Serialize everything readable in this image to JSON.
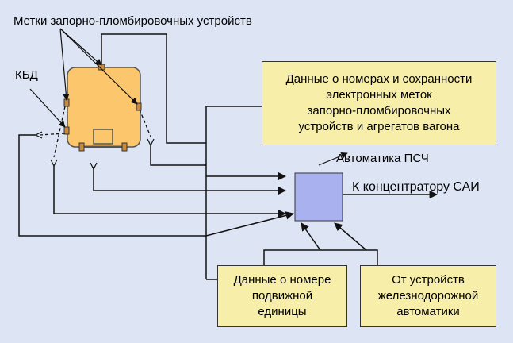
{
  "labels": {
    "seal_marks": "Метки запорно-пломбировочных устройств",
    "kbd": "КБД",
    "automation": "Автоматика ПСЧ",
    "to_concentrator": "К концентратору САИ"
  },
  "boxes": {
    "seal_data": [
      "Данные о номерах и сохранности",
      "электронных меток",
      "запорно-пломбировочных",
      "устройств и агрегатов вагона"
    ],
    "vehicle_number": [
      "Данные о номере",
      "подвижной",
      "единицы"
    ],
    "railway_automation": [
      "От устройств",
      "железнодорожной",
      "автоматики"
    ]
  },
  "colors": {
    "background": "#dde5f4",
    "wagon_fill": "#fcc76c",
    "note_fill": "#f7eeaa",
    "automation_fill": "#a9b2ee",
    "marker_fill": "#c98a3c",
    "line": "#111111"
  }
}
